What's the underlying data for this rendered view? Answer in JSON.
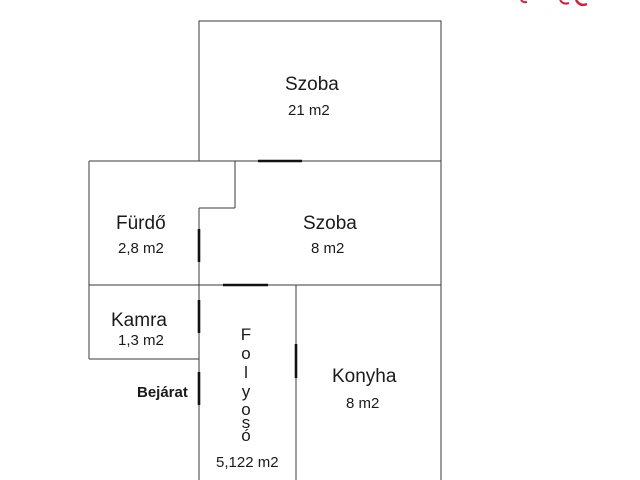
{
  "rooms": {
    "szoba_top": {
      "name": "Szoba",
      "area": "21 m2"
    },
    "furdo": {
      "name": "Fürdő",
      "area": "2,8 m2"
    },
    "szoba_mid": {
      "name": "Szoba",
      "area": "8 m2"
    },
    "kamra": {
      "name": "Kamra",
      "area": "1,3 m2"
    },
    "folyoso": {
      "name": "Folyosó",
      "letters": [
        "F",
        "o",
        "l",
        "y",
        "o",
        "s",
        "ó"
      ],
      "area": "5,122 m2"
    },
    "konyha": {
      "name": "Konyha",
      "area": "8 m2"
    }
  },
  "entrance": {
    "label": "Bejárat"
  },
  "colors": {
    "wall": "#3a3a3a",
    "door": "#111111",
    "logo": "#d81f3a"
  }
}
